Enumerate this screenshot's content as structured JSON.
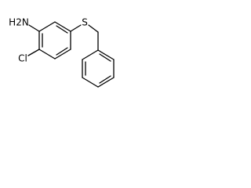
{
  "molecule": {
    "atoms": {
      "amine": "H2N",
      "chlorine": "Cl",
      "sulfur": "S"
    }
  }
}
